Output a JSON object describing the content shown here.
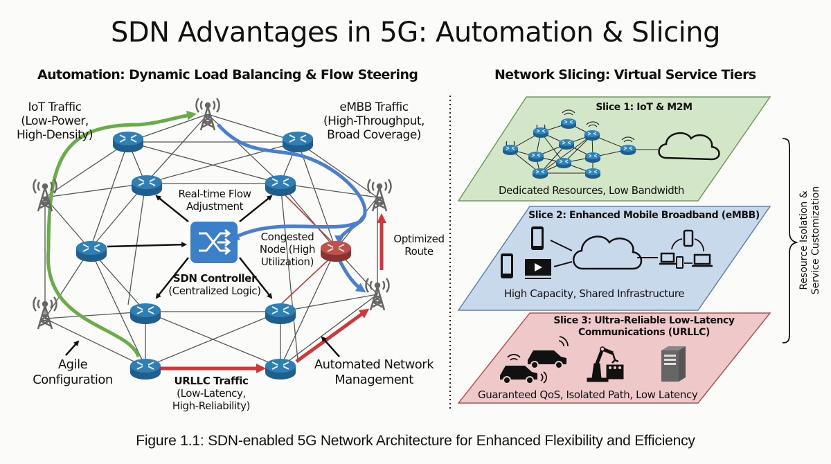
{
  "title": "SDN Advantages in 5G: Automation & Slicing",
  "left_panel": {
    "heading": "Automation: Dynamic Load Balancing & Flow Steering",
    "labels": {
      "iot_traffic": [
        "IoT Traffic",
        "(Low-Power,",
        "High-Density)"
      ],
      "embb_traffic": [
        "eMBB Traffic",
        "(High-Throughput,",
        "Broad Coverage)"
      ],
      "realtime_flow": [
        "Real-time Flow",
        "Adjustment"
      ],
      "congested_node": [
        "Congested",
        "Node (High",
        "Utilization)"
      ],
      "optimized_route": [
        "Optimized",
        "Route"
      ],
      "controller_name": "SDN Controller",
      "controller_desc": "(Centralized Logic)",
      "agile_config": [
        "Agile",
        "Configuration"
      ],
      "automated_mgmt": [
        "Automated Network",
        "Management"
      ],
      "urllc_name": "URLLC Traffic",
      "urllc_desc": [
        "(Low-Latency,",
        "High-Reliability)"
      ]
    },
    "colors": {
      "router": "#2f7fb5",
      "congested_router": "#b54a44",
      "controller": "#3a7fc8",
      "iot_flow": "#6aac47",
      "embb_flow": "#4a7fcf",
      "urllc_flow": "#d0363a",
      "link": "#555555"
    }
  },
  "right_panel": {
    "heading": "Network Slicing: Virtual Service Tiers",
    "slices": [
      {
        "title": [
          "Slice 1: IoT & M2M"
        ],
        "desc": "Dedicated Resources, Low Bandwidth",
        "fill": "#d4e6c8",
        "stroke": "#6f9a5a"
      },
      {
        "title": [
          "Slice 2: Enhanced Mobile Broadband (eMBB)"
        ],
        "desc": "High Capacity, Shared Infrastructure",
        "fill": "#c8d9ec",
        "stroke": "#5f82ab"
      },
      {
        "title": [
          "Slice 3: Ultra-Reliable Low-Latency",
          "Communications (URLLC)"
        ],
        "desc": "Guaranteed QoS, Isolated Path, Low Latency",
        "fill": "#efc9c9",
        "stroke": "#b05353"
      }
    ],
    "bracket_label": [
      "Resource Isolation &",
      "Service Customization"
    ]
  },
  "caption": "Figure 1.1: SDN-enabled 5G Network Architecture for Enhanced Flexibility and Efficiency"
}
